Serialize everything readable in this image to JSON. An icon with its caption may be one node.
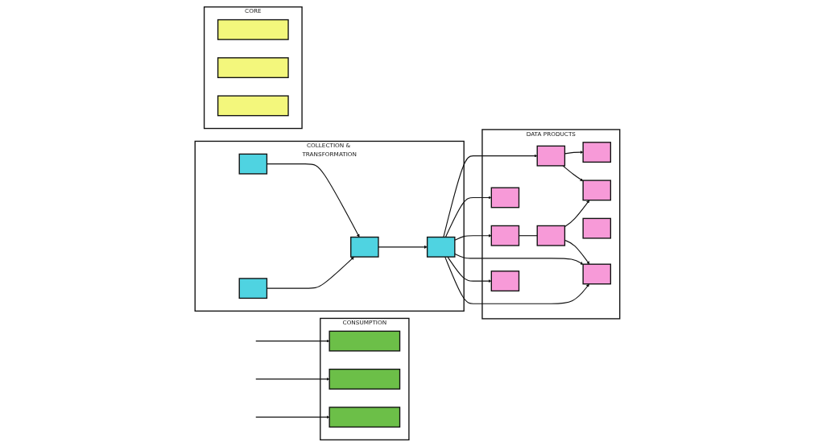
{
  "diagram": {
    "nodes": [
      {
        "text": [
          "COLLECTION & TRANSFORMATION"
        ]
      },
      {
        "text": [],
        "shape": "box",
        "in": 0
      },
      {
        "text": [],
        "shape": "box",
        "in": 0
      },
      {
        "text": [],
        "shape": "box",
        "in": 0
      },
      {
        "text": [],
        "shape": "box",
        "in": 0
      },
      {
        "text": [
          "DATA PRODUCTS"
        ]
      },
      {
        "text": [],
        "shape": "box",
        "in": 5
      },
      {
        "text": [],
        "shape": "box",
        "in": 5
      },
      {
        "text": [],
        "shape": "box",
        "in": 5
      },
      {
        "text": [],
        "shape": "box",
        "in": 5
      },
      {
        "text": [],
        "shape": "box",
        "in": 5
      },
      {
        "text": [],
        "shape": "box",
        "in": 5
      },
      {
        "text": [],
        "shape": "box",
        "in": 5
      },
      {
        "text": [],
        "shape": "box",
        "in": 5
      },
      {
        "text": [],
        "shape": "box",
        "in": 5
      },
      {
        "text": [
          "CONSUMPTION"
        ]
      },
      {
        "text": [],
        "shape": "bar",
        "in": 15
      },
      {
        "text": [],
        "shape": "bar",
        "in": 15
      },
      {
        "text": [],
        "shape": "bar",
        "in": 15
      },
      {
        "text": [
          "CORE"
        ]
      },
      {
        "text": [],
        "shape": "bar",
        "in": 19
      },
      {
        "text": [],
        "shape": "bar",
        "in": 19
      },
      {
        "text": [],
        "shape": "bar",
        "in": 19
      }
    ],
    "edges": [
      {
        "from": 1,
        "to": 3,
        "arrow": "to"
      },
      {
        "from": 2,
        "to": 3,
        "arrow": "to"
      },
      {
        "from": 3,
        "to": 4,
        "arrow": "to"
      },
      {
        "from": 4,
        "to": 7,
        "arrow": "to"
      },
      {
        "from": 4,
        "to": 6,
        "arrow": "to"
      },
      {
        "from": 4,
        "to": 9,
        "arrow": "to"
      },
      {
        "from": 4,
        "to": 14,
        "arrow": "to"
      },
      {
        "from": 4,
        "to": 12,
        "arrow": "to"
      },
      {
        "from": 4,
        "to": 14,
        "arrow": "to"
      },
      {
        "from": 7,
        "to": 8,
        "arrow": "to"
      },
      {
        "from": 7,
        "to": 11,
        "arrow": "to"
      },
      {
        "from": 9,
        "to": 10,
        "arrow": "none"
      },
      {
        "from": 10,
        "to": 11,
        "arrow": "to"
      },
      {
        "from": 10,
        "to": 14,
        "arrow": "to"
      },
      {
        "from": null,
        "to": 16,
        "arrow": "to"
      },
      {
        "from": null,
        "to": 17,
        "arrow": "to"
      },
      {
        "from": null,
        "to": 18,
        "arrow": "to"
      }
    ]
  }
}
